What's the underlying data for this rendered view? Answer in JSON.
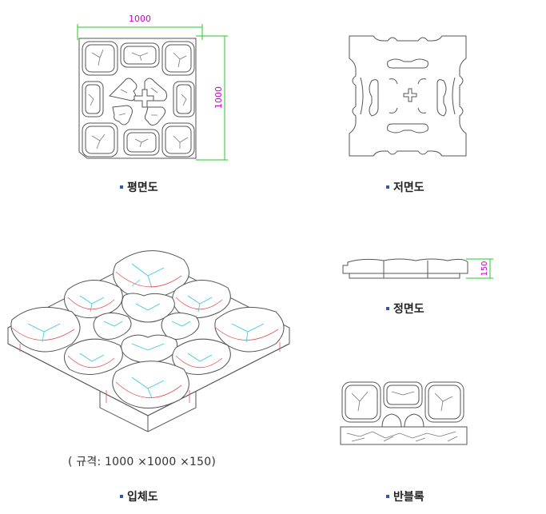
{
  "views": {
    "plan": {
      "caption": "평면도",
      "dim_width": "1000",
      "dim_height": "1000"
    },
    "bottom": {
      "caption": "저면도"
    },
    "iso": {
      "caption": "입체도",
      "spec": "( 규격: 1000 ×1000 ×150)"
    },
    "front": {
      "caption": "정면도",
      "dim_height": "150"
    },
    "half": {
      "caption": "반블록"
    }
  },
  "colors": {
    "outline": "#555555",
    "dimension": "#22cc22",
    "dim_text": "#cc00cc",
    "hatch": "#33c8e0",
    "edge_red": "#e05555",
    "bullet": "#2a5aa8"
  }
}
